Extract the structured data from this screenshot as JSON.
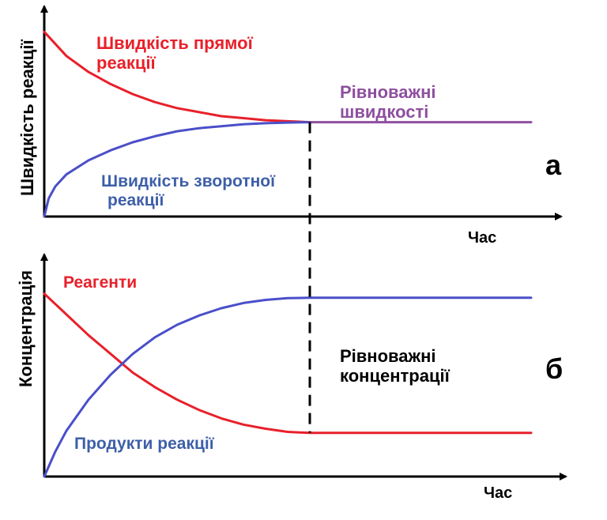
{
  "colors": {
    "red": "#e8202a",
    "blue": "#4a4fc9",
    "purple": "#8e4f9f",
    "slate": "#3d5fa8",
    "black": "#000000"
  },
  "chart_data": [
    {
      "type": "line",
      "panel_label": "а",
      "xlabel": "Час",
      "ylabel": "Швидкість реакції",
      "equilibrium_time": 6,
      "xlim": [
        0,
        11
      ],
      "ylim": [
        0,
        10
      ],
      "series": [
        {
          "name": "Швидкість прямої реакції",
          "x": [
            0,
            0.5,
            1,
            1.5,
            2,
            2.5,
            3,
            3.5,
            4,
            4.5,
            5,
            5.5,
            6
          ],
          "y": [
            9.2,
            8.0,
            7.2,
            6.6,
            6.1,
            5.7,
            5.4,
            5.2,
            5.0,
            4.9,
            4.8,
            4.75,
            4.7
          ]
        },
        {
          "name": "Швидкість зворотної реакції",
          "x": [
            0,
            0.1,
            0.25,
            0.5,
            1,
            1.5,
            2,
            2.5,
            3,
            3.5,
            4,
            4.5,
            5,
            5.5,
            6
          ],
          "y": [
            0,
            0.9,
            1.5,
            2.1,
            2.8,
            3.3,
            3.7,
            4.0,
            4.25,
            4.4,
            4.5,
            4.6,
            4.65,
            4.68,
            4.7
          ]
        },
        {
          "name": "Рівноважні швидкості",
          "x": [
            6,
            11
          ],
          "y": [
            4.7,
            4.7
          ]
        }
      ]
    },
    {
      "type": "line",
      "panel_label": "б",
      "xlabel": "Час",
      "ylabel": "Концентрація",
      "equilibrium_time": 6,
      "equilibrium_label": "Рівноважні концентрації",
      "xlim": [
        0,
        11
      ],
      "ylim": [
        0,
        10
      ],
      "series": [
        {
          "name": "Реагенти",
          "x": [
            0,
            0.5,
            1,
            1.5,
            2,
            2.5,
            3,
            3.5,
            4,
            4.5,
            5,
            5.5,
            6,
            11
          ],
          "y": [
            8.8,
            7.8,
            6.8,
            5.9,
            5.0,
            4.3,
            3.7,
            3.2,
            2.8,
            2.5,
            2.3,
            2.15,
            2.1,
            2.1
          ]
        },
        {
          "name": "Продукти реакції",
          "x": [
            0,
            0.25,
            0.5,
            1,
            1.5,
            2,
            2.5,
            3,
            3.5,
            4,
            4.5,
            5,
            5.5,
            6,
            11
          ],
          "y": [
            0,
            1.2,
            2.2,
            3.7,
            4.9,
            5.9,
            6.7,
            7.3,
            7.75,
            8.1,
            8.35,
            8.5,
            8.58,
            8.6,
            8.6
          ]
        }
      ]
    }
  ],
  "labels": {
    "forward_line1": "Швидкість прямої",
    "forward_line2": "реакції",
    "reverse_line1": "Швидкість зворотної",
    "reverse_line2": "реакції",
    "eq_rates_line1": "Рівноважні",
    "eq_rates_line2": "швидкості",
    "eq_conc_line1": "Рівноважні",
    "eq_conc_line2": "концентрації"
  }
}
